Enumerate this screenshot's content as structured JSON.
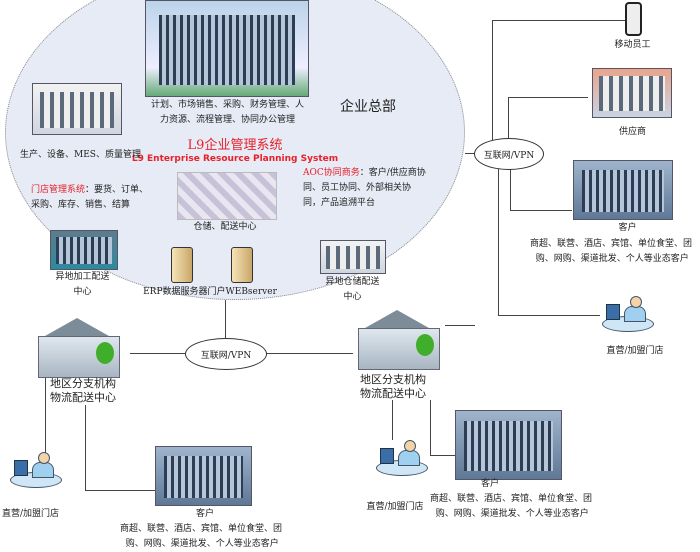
{
  "hq": {
    "title": "企业总部",
    "system_cn": "L9企业管理系统",
    "system_en": "L9 Enterprise Resource Planning System",
    "hq_func_1": "计划、市场销售、采购、财务管理、人",
    "hq_func_2": "力资源、流程管理、协同办公管理",
    "production": "生产、设备、MES、质量管理",
    "store_sys_label": "门店管理系统",
    "store_sys_1": "：要货、订单、",
    "store_sys_2": "采购、库存、销售、结算",
    "aoc_label": "AOC协同商务",
    "aoc_1": "：客户/供应商协",
    "aoc_2": "同、员工协同、外部相关协",
    "aoc_3": "同，产品追溯平台",
    "warehouse": "仓储、配送中心",
    "remote_process_1": "异地加工配送",
    "remote_process_2": "中心",
    "servers": "ERP数据服务器门户WEBserver",
    "remote_storage_1": "异地仓储配送",
    "remote_storage_2": "中心"
  },
  "internet_right": "互联网/VPN",
  "internet_mid": "互联网/VPN",
  "right": {
    "mobile": "移动员工",
    "supplier": "供应商",
    "customer": "客户",
    "customer_desc_1": "商超、联营、酒店、宾馆、单位食堂、团",
    "customer_desc_2": "购、网购、渠道批发、个人等业态客户",
    "store": "直营/加盟门店"
  },
  "branches": [
    {
      "name_1": "地区分支机构",
      "name_2": "物流配送中心",
      "store": "直营/加盟门店",
      "customer": "客户",
      "customer_desc_1": "商超、联营、酒店、宾馆、单位食堂、团",
      "customer_desc_2": "购、网购、渠道批发、个人等业态客户"
    },
    {
      "name_1": "地区分支机构",
      "name_2": "物流配送中心",
      "store": "直营/加盟门店",
      "customer": "客户",
      "customer_desc_1": "商超、联营、酒店、宾馆、单位食堂、团",
      "customer_desc_2": "购、网购、渠道批发、个人等业态客户"
    }
  ]
}
